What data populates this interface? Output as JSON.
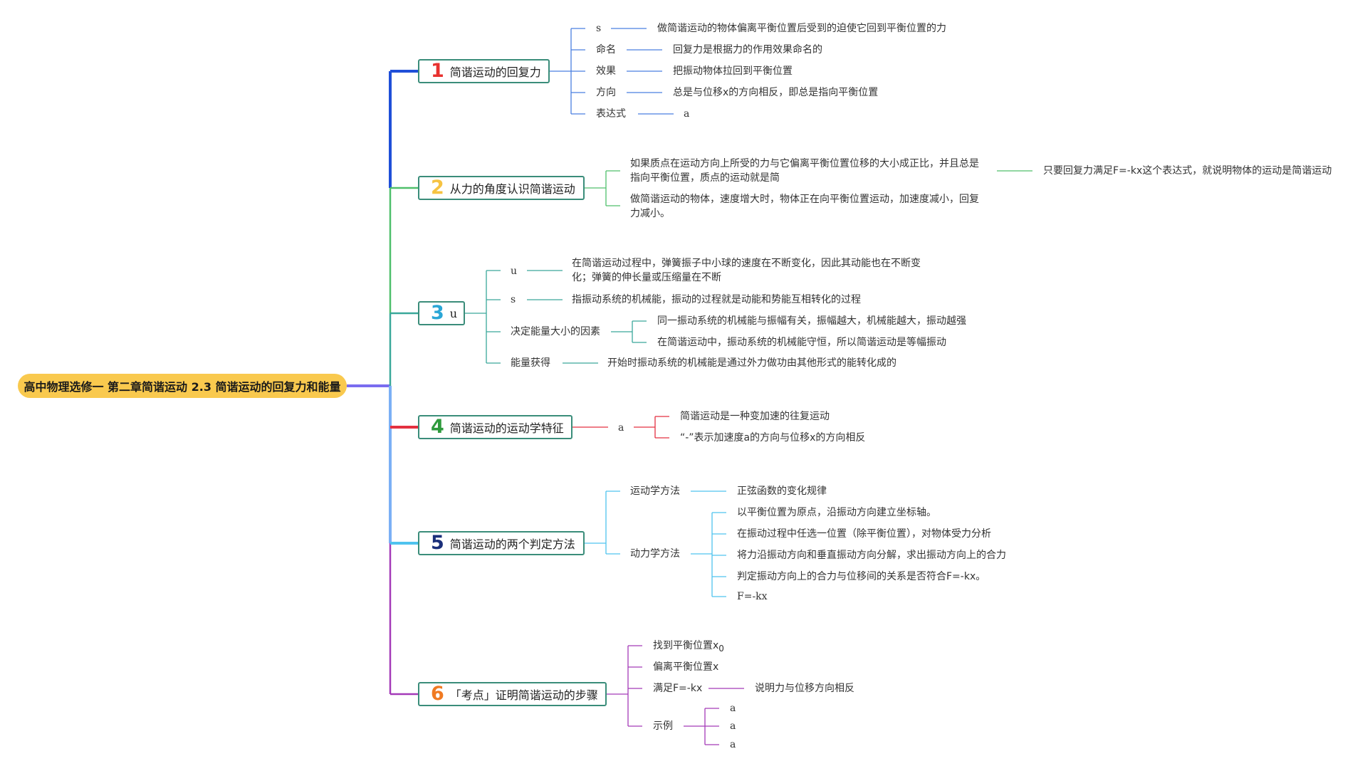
{
  "root": {
    "title": "高中物理选修一 第二章简谐运动 2.3 简谐运动的回复力和能量"
  },
  "colors": {
    "root_bg": "#f9c94e",
    "branch1": "#1f4fd8",
    "branch2": "#4fbf6b",
    "branch3": "#3aa89a",
    "branch4": "#e33040",
    "branch5": "#4fc3ef",
    "branch6": "#a43ab8"
  },
  "branches": [
    {
      "num": "1",
      "num_color": "#e8312f",
      "label": "简谐运动的回复力",
      "items": [
        {
          "key": "s",
          "value": "做简谐运动的物体偏离平衡位置后受到的迫使它回到平衡位置的力"
        },
        {
          "key": "命名",
          "value": "回复力是根据力的作用效果命名的"
        },
        {
          "key": "效果",
          "value": "把振动物体拉回到平衡位置"
        },
        {
          "key": "方向",
          "value": "总是与位移x的方向相反，即总是指向平衡位置"
        },
        {
          "key": "表达式",
          "value": "a"
        }
      ]
    },
    {
      "num": "2",
      "num_color": "#f6c342",
      "label": "从力的角度认识简谐运动",
      "items": [
        {
          "text": "如果质点在运动方向上所受的力与它偏离平衡位置位移的大小成正比，并且总是指向平衡位置，质点的运动就是简",
          "child": "只要回复力满足F=-kx这个表达式，就说明物体的运动是简谐运动"
        },
        {
          "text": "做简谐运动的物体，速度增大时，物体正在向平衡位置运动，加速度减小，回复力减小。"
        }
      ]
    },
    {
      "num": "3",
      "num_color": "#2aa6d6",
      "label": "u",
      "items": [
        {
          "key": "u",
          "value": "在简谐运动过程中，弹簧振子中小球的速度在不断变化，因此其动能也在不断变化；弹簧的伸长量或压缩量在不断"
        },
        {
          "key": "s",
          "value": "指振动系统的机械能，振动的过程就是动能和势能互相转化的过程"
        },
        {
          "key": "决定能量大小的因素",
          "values": [
            "同一振动系统的机械能与振幅有关，振幅越大，机械能越大，振动越强",
            "在简谐运动中，振动系统的机械能守恒，所以简谐运动是等幅振动"
          ]
        },
        {
          "key": "能量获得",
          "value": "开始时振动系统的机械能是通过外力做功由其他形式的能转化成的"
        }
      ]
    },
    {
      "num": "4",
      "num_color": "#2e9a3c",
      "label": "简谐运动的运动学特征",
      "items": [
        {
          "key": "a",
          "values": [
            "简谐运动是一种变加速的往复运动",
            "“-”表示加速度a的方向与位移x的方向相反"
          ]
        }
      ]
    },
    {
      "num": "5",
      "num_color": "#1a2f7a",
      "label": "简谐运动的两个判定方法",
      "items": [
        {
          "key": "运动学方法",
          "value": "正弦函数的变化规律"
        },
        {
          "key": "动力学方法",
          "values": [
            "以平衡位置为原点，沿振动方向建立坐标轴。",
            "在振动过程中任选一位置（除平衡位置），对物体受力分析",
            "将力沿振动方向和垂直振动方向分解，求出振动方向上的合力",
            "判定振动方向上的合力与位移间的关系是否符合F=-kx。",
            "F=-kx"
          ]
        }
      ]
    },
    {
      "num": "6",
      "num_color": "#f07a22",
      "label": "「考点」证明简谐运动的步骤",
      "items": [
        {
          "key": "找到平衡位置x",
          "sub": "0"
        },
        {
          "key": "偏离平衡位置x"
        },
        {
          "key": "满足F=-kx",
          "value": "说明力与位移方向相反"
        },
        {
          "key": "示例",
          "values": [
            "a",
            "a",
            "a"
          ]
        }
      ]
    }
  ]
}
